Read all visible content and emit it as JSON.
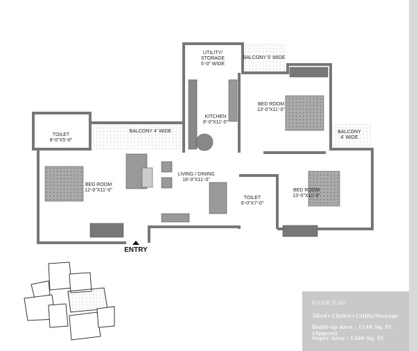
{
  "rooms": {
    "utility": "UTILITY/\nSTORAGE\n5'-0\" WIDE",
    "balcony_5": "BALCONY 5' WIDE",
    "bedroom_top": "BED ROOM\n13'-0\"X11'-0\"",
    "kitchen": "KITCHEN\n8'-0\"X11'-0\"",
    "toilet_left": "TOILET\n8'-0\"X5'-6\"",
    "balcony_4": "BALCONY 4' WIDE",
    "balcony_right": "BALCONY\n4' WIDE",
    "bedroom_left": "BED ROOM\n12'-0\"X11'-0\"",
    "living": "LIVING / DINING\n18'-0\"X11'-0\"",
    "toilet_right": "TOILET\n6'-0\"X7'-0\"",
    "bedroom_right": "BED ROOM\n13'-0\"X11'-0\""
  },
  "entry": "ENTRY",
  "info": {
    "title": "FLOOR PLAN",
    "config": "3Bed+2Toilet+Utility/Storage",
    "buildup": "Build-up Area : 1146 Sq. Ft. (Approx)",
    "super": "Super Area : 1360 Sq. Ft."
  }
}
